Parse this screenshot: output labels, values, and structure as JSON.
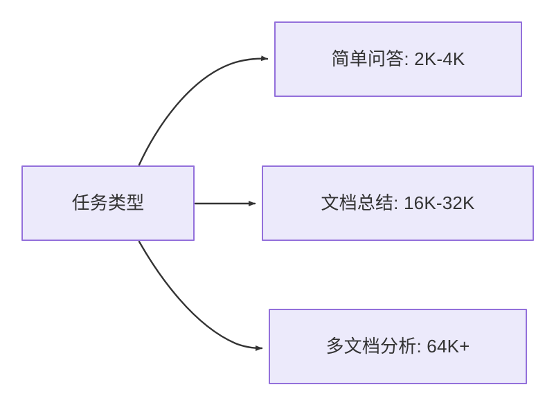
{
  "diagram": {
    "type": "flowchart",
    "direction": "left-to-right",
    "background_color": "#FFFFFF",
    "node_fill_color": "#ECEAFB",
    "node_border_color": "#9370DB",
    "node_text_color": "#333333",
    "edge_color": "#333333",
    "nodes": [
      {
        "id": "task-type",
        "label": "任务类型"
      },
      {
        "id": "simple-qa",
        "label": "简单问答: 2K-4K"
      },
      {
        "id": "doc-summary",
        "label": "文档总结: 16K-32K"
      },
      {
        "id": "multi-doc",
        "label": "多文档分析: 64K+"
      }
    ],
    "edges": [
      {
        "id": "edge-task-to-simple-qa",
        "from": "task-type",
        "to": "simple-qa",
        "style": "curved",
        "arrow": "arrowhead-icon"
      },
      {
        "id": "edge-task-to-doc-summary",
        "from": "task-type",
        "to": "doc-summary",
        "style": "straight",
        "arrow": "arrowhead-icon"
      },
      {
        "id": "edge-task-to-multi-doc",
        "from": "task-type",
        "to": "multi-doc",
        "style": "curved",
        "arrow": "arrowhead-icon"
      }
    ]
  }
}
